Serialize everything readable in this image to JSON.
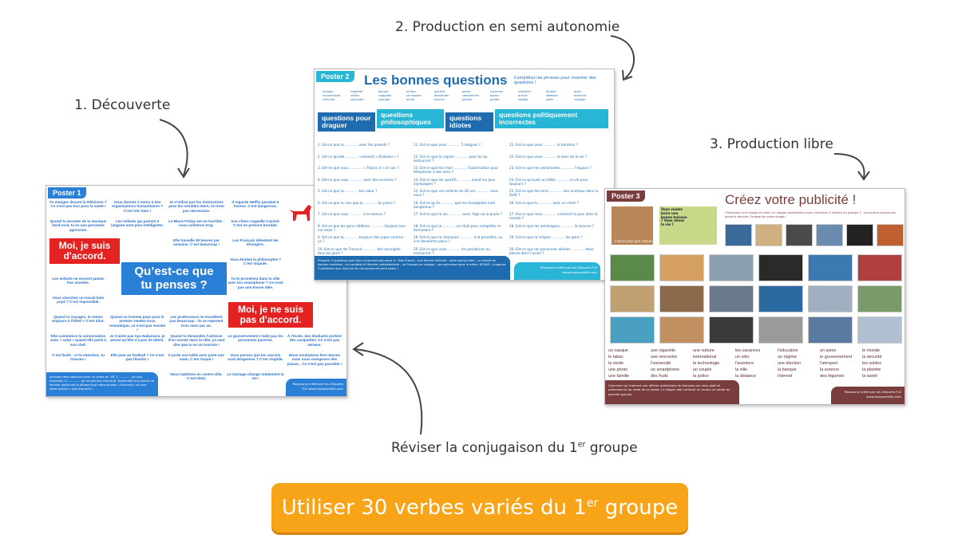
{
  "steps": {
    "step1": "1. Découverte",
    "step2": "2. Production en semi autonomie",
    "step3": "3. Production libre",
    "review_prefix": "Réviser la conjugaison du 1",
    "review_sup": "er",
    "review_suffix": " groupe"
  },
  "cta": {
    "prefix": "Utiliser 30 verbes variés du 1",
    "sup": "er",
    "suffix": " groupe"
  },
  "poster1": {
    "tag": "Poster 1",
    "center": "Qu’est-ce que tu penses ?",
    "agree": "Moi, je suis d'accord.",
    "disagree": "Moi, je ne suis pas d'accord.",
    "sentences": [
      "Tu manges devant la télévision ? Ce n'est pas bon pour la santé !",
      "Vous donnez 2 euros à des organisations humanitaires ? C'est très bien !",
      "Je n'utilise pas les instructions pour les meubles IKEA, ce n'est pas nécessaire.",
      "Il regarde Netflix pendant 6 heures. C'est dangereux.",
      "Quand tu écoutes de la musique hard rock, tu es une personne agressive.",
      "Les enfants qui parlent 3 langues sont plus intelligents.",
      "Le Black Friday est un horrible : nous achetons trop.",
      "Son chien s'appelle Casimir. C'est un prénom horrible.",
      "Elle travaille 50 heures par semaine. C'est beaucoup !",
      "Les Français détestent les étrangers.",
      "Vous étudiez la philosophie ? C'est stupide.",
      "Les enfants ne servent jamais leur assiette.",
      "Tu te promènes dans la ville avec ton smartphone ? Ce n'est pas une bonne idée.",
      "Vous cherchez un travail bien payé ? C'est impossible.",
      "Quand tu voyages, tu restes toujours à l'hôtel ? C'est idiot.",
      "Quand un homme paye pour le premier rendez-vous romantique, ce n'est pas sexiste !",
      "Les professeurs ne travaillent pas beaucoup : ils se reposent trois mois par an.",
      "Elle commence la conversation avec « salut » quand elle parle à son chef.",
      "Je n'aime pas Aya Nakamura, je pense qu'elle n'a pas de talent.",
      "Quand tu demandes l'adresse d'un musée dans la ville, ça veut dire que tu es un touriste !",
      "Le gouvernement n'aide pas les personnes pauvres.",
      "À l'école, des étudiants portent des casquettes. Ce n'est pas sérieux.",
      "C'est facile : si tu cherches, tu trouves !",
      "Elle joue au football ? Ce n'est pas féminin !",
      "Il porte son bébé avec juste une main. C'est risqué !",
      "Vous pensez que les vaccins sont dangereux ? C'est stupide.",
      "Nous souhaitons être minces mais nous mangeons des pizzas... Ce n'est pas possible !",
      "Nous habitons en centre-ville. C'est idéal.",
      "Le mariage change totalement la vie !"
    ],
    "footer": "Inventez deux opinions avec un verbe en -ER. 1. ............ (je suis d'accord) / 2. ............ (je ne suis pas d'accord). Demandez aux autres de deviner quelle est la phrase pour votre opinion « d'accord » et pour votre opinion « pas d'accord ».",
    "credit": "Ressource créée par les Zexperts FLE www.lesexpertsfle.com"
  },
  "poster2": {
    "tag": "Poster 2",
    "title": "Les bonnes questions",
    "subtitle": "Complétez les phrases pour inventer des questions !",
    "verbs": [
      "manger",
      "regarder",
      "donner",
      "utiliser",
      "acheter",
      "parler",
      "traverser",
      "travailler",
      "étudier",
      "jouer",
      "se promener",
      "visiter",
      "s'appeler",
      "se reposer",
      "demander",
      "commencer",
      "porter",
      "arriver",
      "détester",
      "terminer",
      "chercher",
      "souhaiter",
      "changer",
      "aimer",
      "trouver",
      "penser",
      "garder",
      "habiter",
      "aider",
      "voyager"
    ],
    "categories": [
      "questions pour draguer",
      "questions philosophiques",
      "questions idiotes",
      "questions politiquement incorrectes"
    ],
    "questions": [
      "1. Est-ce que tu ............ avec tes parents ?",
      "2. Est-ce qu'elle ............ vraiment « Khaleesi » ?",
      "3. Est-ce que vous ............ « Titanic 3 » ce soir ?",
      "4. Est-ce que vous ............ avec des ennemis ?",
      "5. Est-ce que tu ............ ton cœur ?",
      "6. Est-ce que tu sais que je ............ du piano ?",
      "7. Est-ce que vous ............ à la maison ?",
      "8. Est-ce que les gens célèbres ............ toujours leur vie seuls ?",
      "9. Est-ce que tu ............ toujours des jupes comme ça ?",
      "10. Est-ce que les Français ............ des escargots tous les jours ?",
      "11. Est-ce que vous ............ 5 langues ?",
      "12. Est-ce que ta copine ............ pour toi au restaurant ?",
      "13. Est-ce que ton mari ............ l'autorisation pour téléphoner à des amis ?",
      "14. Est-ce que les sportifs ............ avant les Jeux olympiques ?",
      "15. Est-ce que vos enfants de 28 ans ............ avec vous ?",
      "16. Est-ce qu'ils ............ que les écologistes sont dangereux ?",
      "17. Est-ce que la vie ............ avec l'âge ou la poule ?",
      "18. Est-ce que je ............ un stylo pour compléter le formulaire ?",
      "19. Est-ce que le champion ............ à la première, ou à la deuxième place ?",
      "20. Est-ce que vous ............ les pourboires au restaurant ?",
      "21. Est-ce que vous ............ le bonheur ?",
      "22. Est-ce que vous ............ le sens de la vie ?",
      "23. Est-ce que les astronautes ............ l'espace ?",
      "24. Est-ce qu'avoir un bébé ............ la vie pour toujours ?",
      "25. Est-ce que tes amis ............ des animaux dans la forêt ?",
      "26. Est-ce que tu ............ avec un chien ?",
      "27. Est-ce que nous ............ vraiment la paix dans le monde ?",
      "28. Est-ce que les astrologues ............ la science ?",
      "29. Est-ce que la religion ............ les gens ?",
      "30. Est-ce que les personnes obèses ............ deux places dans l'avion ?"
    ],
    "footer": "Préparez 3 questions que vous ne pouvez pas poser à : Miss France - une femme militaire - votre grand-mère - un expert en bonnes manières - un candidat à l'élection présidentielle - un Français en voyage - une princesse dans le métro. BONUS : imaginez 3 questions que chacune de ces personnes peut poser !",
    "credit": "Ressource créée par les Zexperts FLE www.lesexpertsfle.com"
  },
  "poster3": {
    "tag": "Poster 3",
    "title": "Créez votre publicité !",
    "subtitle": "Choisissez une image et créez un slogan publicitaire avec minimum 2 verbes du groupe 1. Les autres personnes doivent deviner l'image de votre slogan.",
    "slogan": "Vous voulez boire une bonne boisson ? Vous aimez la vie ?",
    "caption": "J'adore plus que chacun",
    "words": [
      "un casque",
      "une cigarette",
      "une voiture",
      "les vacances",
      "l'éducation",
      "un avion",
      "le monde",
      "le tabac",
      "une rencontre",
      "international",
      "un vélo",
      "un régime",
      "le gouvernement",
      "la sécurité",
      "la mode",
      "l'université",
      "la technologie",
      "l'aventure",
      "une élection",
      "l'aéroport",
      "les soldes",
      "une photo",
      "un smartphone",
      "un couple",
      "la ville",
      "la banque",
      "la science",
      "la planète",
      "une famille",
      "des fruits",
      "la police",
      "la distance",
      "Internet",
      "des légumes",
      "la santé"
    ],
    "footer": "Cherchez sur Internet une affiche publicitaire en français qui vous plaît et présentez-la au reste de la classe. Le slogan doit contenir au moins un verbe du premier groupe.",
    "credit": "Ressource créée par les Zexperts FLE www.lesexpertsfle.com"
  },
  "colors": {
    "orange": "#f7a418",
    "blue": "#2a7fd6",
    "red": "#e52222",
    "brown": "#7a3d3d",
    "cyan": "#29b6d6"
  }
}
